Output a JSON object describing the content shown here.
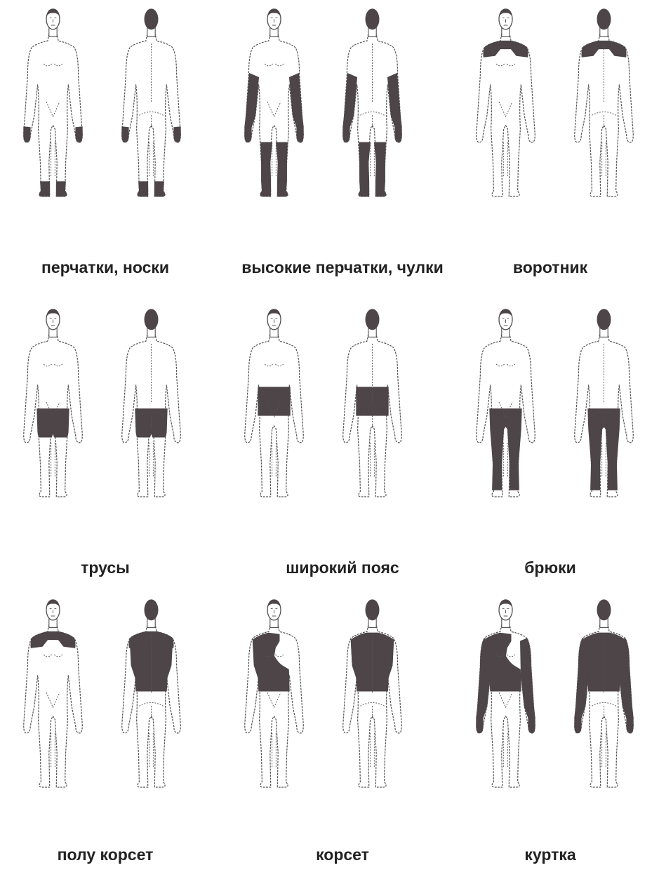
{
  "colors": {
    "shade": "#4d4548",
    "outline": "#555555",
    "background": "#ffffff",
    "caption": "#222222"
  },
  "panels": [
    {
      "label": "перчатки, носки",
      "regions": [
        "hands",
        "feet"
      ]
    },
    {
      "label": "высокие перчатки, чулки",
      "regions": [
        "forearms",
        "hands",
        "lowerlegs",
        "feet"
      ]
    },
    {
      "label": "воротник",
      "regions": [
        "collar"
      ]
    },
    {
      "label": "трусы",
      "regions": [
        "briefs"
      ]
    },
    {
      "label": "широкий пояс",
      "regions": [
        "belt"
      ]
    },
    {
      "label": "брюки",
      "regions": [
        "trousers"
      ]
    },
    {
      "label": "полу корсет",
      "regions": [
        "collar",
        "backtorso"
      ]
    },
    {
      "label": "корсет",
      "regions": [
        "halftorso",
        "backtorso"
      ]
    },
    {
      "label": "куртка",
      "regions": [
        "halftorso",
        "backtorso",
        "arms",
        "hands"
      ]
    }
  ]
}
